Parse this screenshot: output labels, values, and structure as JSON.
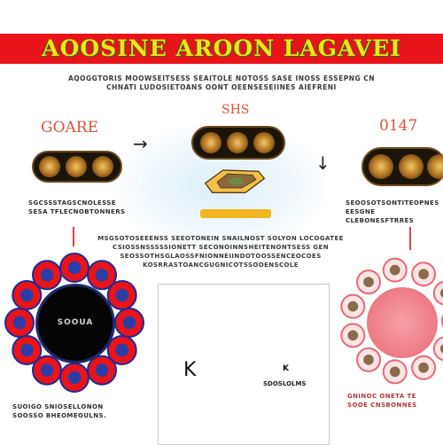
{
  "banner": {
    "title": "AOOSINE AROON LAGAVEI"
  },
  "subtitle": {
    "line1": "AQOGGTORIS MOOWSEITSESS SEAITOLE NOTOSS SASE INOSS ESSEPNG CN",
    "line2": "CHNATI LUDOSIETOANS OONT OEENSESEIINES AIEFRENI"
  },
  "left": {
    "title": "GOARE",
    "caption_line1": "SGCSSSTAGSCNOLESSE",
    "caption_line2": "SESA TFLECNOBTONNERS",
    "ring_label": "SOOUA",
    "bottom_line1": "SUOIGO SNIOSELLONON",
    "bottom_line2": "SOOSSO BHEOMEOULNS."
  },
  "center": {
    "badge": "SHS",
    "para_line1": "MSGSOTOSEEENSS SEEOTONEIN SNAILNOST SOLYON LOCOGATEE",
    "para_line2": "CSIOSSNSSSSSIONETT SECONOINNSHEITENONTSESS GEN",
    "para_line3": "SEOSSOTHSGLAOSSFNIONNEIINDOTOOSSENCEOCOES",
    "para_line4": "KOSRRASTOANCGUGNICOTSSOOENSCOLE",
    "card_letter": "K",
    "card_mark": "K",
    "card_text": "SDOSLOLMS"
  },
  "right": {
    "title": "0147",
    "caption_line1": "SEOOSOTSONTITEOPNES",
    "caption_line2": "EESGNE CLEBONESFTRRES",
    "bottom_line1": "GNINOC ONETA TE",
    "bottom_line2": "SOOE CNSBONNES"
  },
  "colors": {
    "banner": "#e8141a",
    "banner_text": "#f3e21a",
    "accent_red": "#e0503a",
    "pink": "#ef7f88"
  }
}
